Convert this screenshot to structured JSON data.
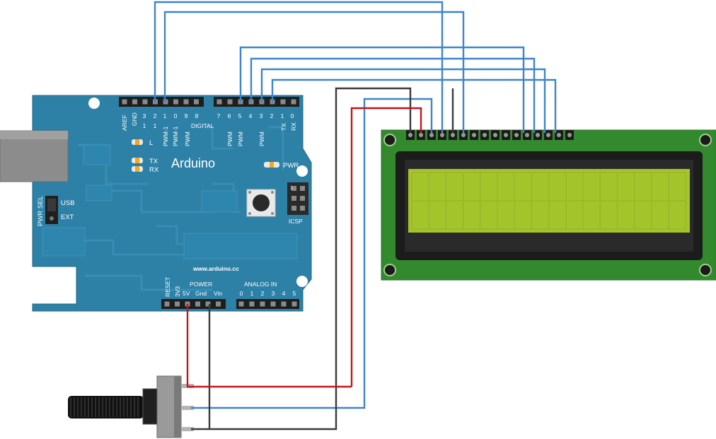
{
  "board": {
    "brand": "Arduino",
    "website": "www.arduino.cc",
    "digital_section": "DIGITAL",
    "power_section": "POWER",
    "analog_section": "ANALOG IN",
    "icsp": "ICSP",
    "icsp_pin1": "1",
    "pwr_sel": "PWR SEL",
    "usb": "USB",
    "ext": "EXT",
    "led_l": "L",
    "led_tx": "TX",
    "led_rx": "RX",
    "led_pwr": "PWR",
    "aref": "AREF",
    "gnd_top": "GND",
    "digital_top_pins": [
      "3",
      "2",
      "1",
      "0",
      "9",
      "8",
      "7",
      "6",
      "5",
      "4",
      "3",
      "2",
      "1",
      "0"
    ],
    "digital_sub_1": [
      "1",
      "1"
    ],
    "pwm": "PWM",
    "tx_vert": "TX",
    "rx_vert": "RX",
    "reset": "RESET",
    "v33": "3V3",
    "v5": "5V",
    "gnd_power": "Gnd",
    "vin": "Vin",
    "analog_pins": [
      "0",
      "1",
      "2",
      "3",
      "4",
      "5"
    ]
  },
  "colors": {
    "board": "#2d80a6",
    "board_dark": "#20637f",
    "lcd_pcb": "#338a2e",
    "lcd_screen": "#a3c42a",
    "wire_blue": "#3f84c9",
    "wire_red": "#c3161c",
    "wire_black": "#3a3a3a"
  }
}
